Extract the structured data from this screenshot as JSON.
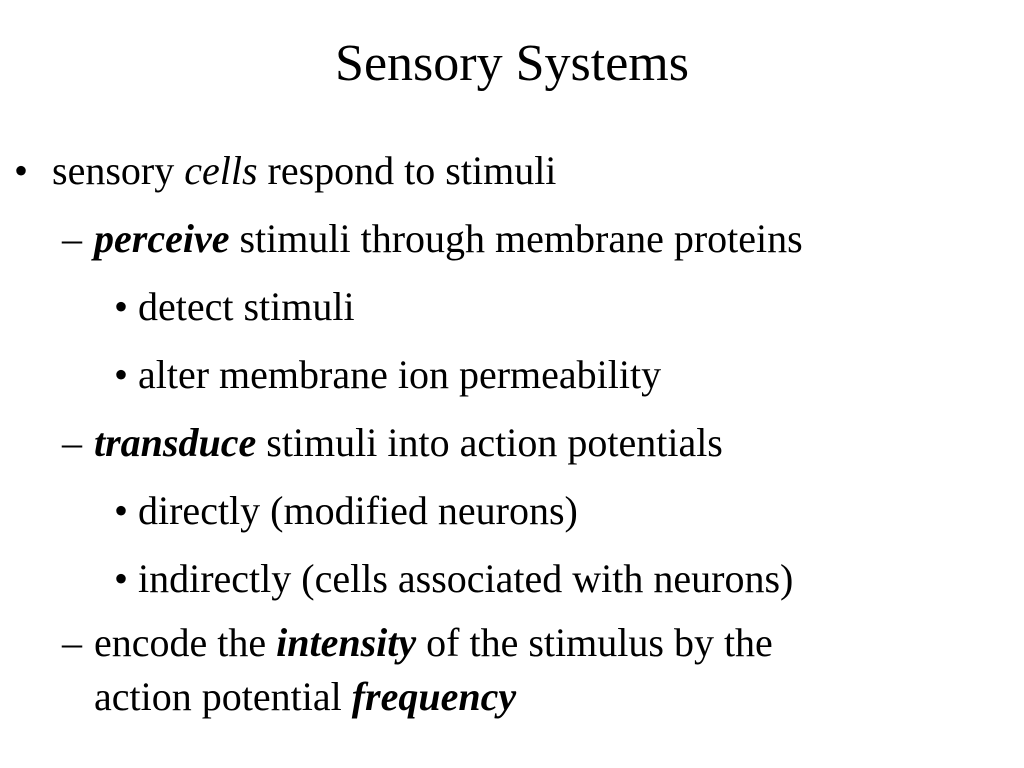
{
  "slide": {
    "title": "Sensory Systems",
    "markers": {
      "bullet": "•",
      "dash": "–"
    },
    "items": [
      {
        "pre": "sensory ",
        "emph": "cells",
        "post": " respond to stimuli"
      },
      {
        "emph": "perceive",
        "post": " stimuli through membrane proteins"
      },
      {
        "text": "detect stimuli"
      },
      {
        "text": "alter membrane ion permeability"
      },
      {
        "emph": "transduce",
        "post": " stimuli into action potentials"
      },
      {
        "text": "directly (modified neurons)"
      },
      {
        "text": "indirectly (cells associated with neurons)"
      },
      {
        "pre": "encode the ",
        "emph": "intensity",
        "post": " of the stimulus by the",
        "line2_pre": "action potential ",
        "line2_emph": "frequency"
      }
    ]
  }
}
